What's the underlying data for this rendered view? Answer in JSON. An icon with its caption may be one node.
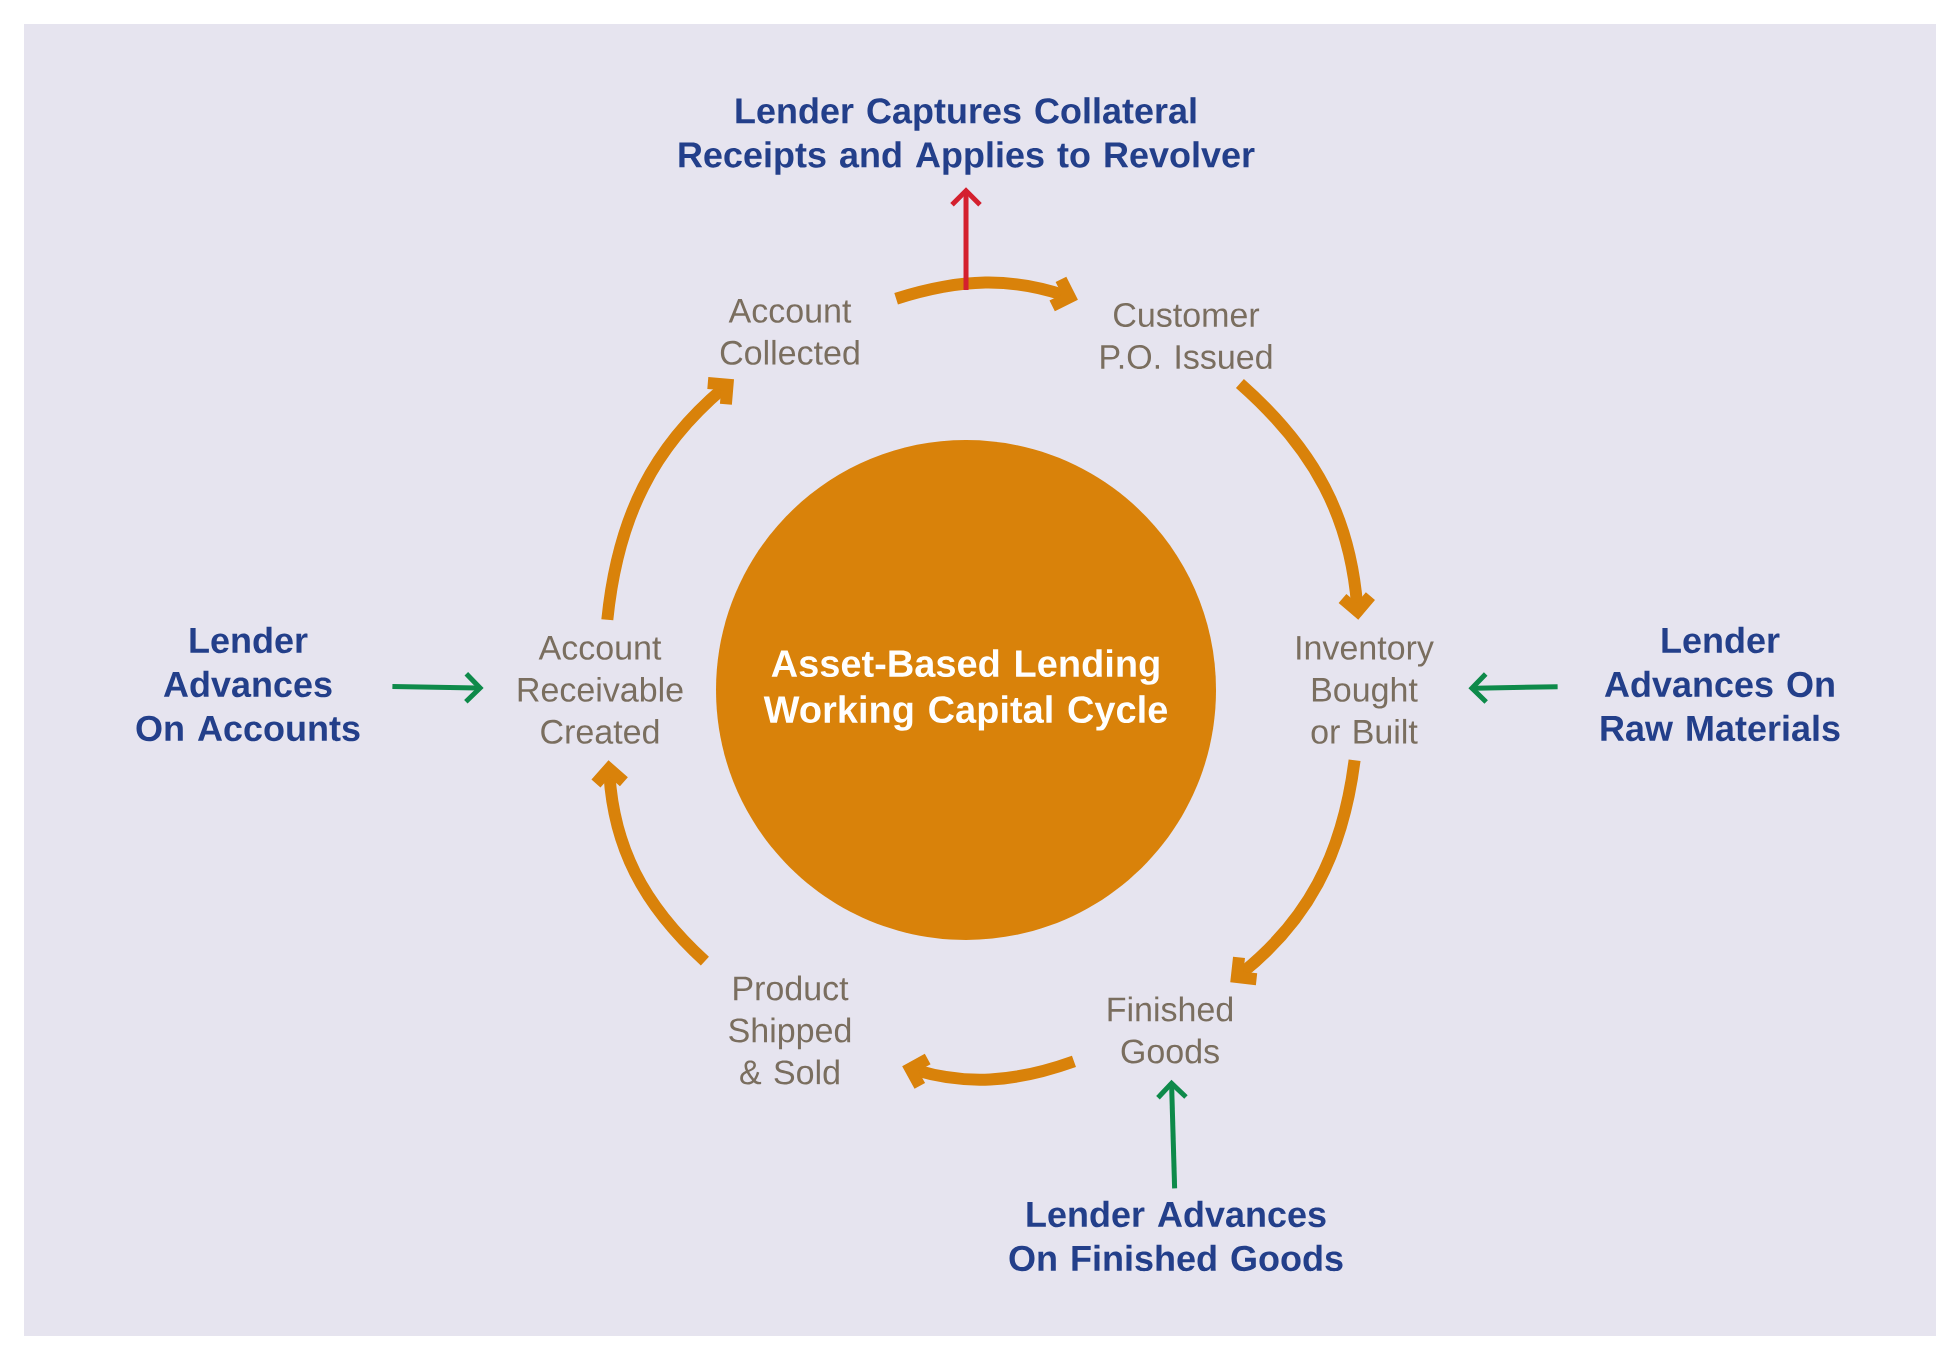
{
  "diagram": {
    "nodes": [
      {
        "text": [
          "Asset-Based Lending Working Capital Cycle"
        ]
      },
      {
        "text": [
          "Account Collected"
        ]
      },
      {
        "text": [
          "Customer P.O. Issued"
        ]
      },
      {
        "text": [
          "Inventory Bought or Built"
        ]
      },
      {
        "text": [
          "Finished Goods"
        ]
      },
      {
        "text": [
          "Product Shipped & Sold"
        ]
      },
      {
        "text": [
          "Account Receivable Created"
        ]
      },
      {
        "text": [
          "Lender Captures Collateral Receipts and Applies to Revolver"
        ]
      },
      {
        "text": [
          "Lender Advances On Accounts"
        ]
      },
      {
        "text": [
          "Lender Advances On Raw Materials"
        ]
      },
      {
        "text": [
          "Lender Advances On Finished Goods"
        ]
      }
    ],
    "edges": [
      {
        "from": 1,
        "to": 2,
        "arrow": "to"
      },
      {
        "from": 2,
        "to": 3,
        "arrow": "to"
      },
      {
        "from": 3,
        "to": 4,
        "arrow": "to"
      },
      {
        "from": 4,
        "to": 5,
        "arrow": "to"
      },
      {
        "from": 5,
        "to": 6,
        "arrow": "to"
      },
      {
        "from": 6,
        "to": 1,
        "arrow": "to"
      },
      {
        "from": null,
        "to": 7,
        "arrow": "to",
        "color": "#d4202e"
      },
      {
        "from": 8,
        "to": 6,
        "arrow": "to",
        "color": "#0e8a4a"
      },
      {
        "from": 9,
        "to": 3,
        "arrow": "to",
        "color": "#0e8a4a"
      },
      {
        "from": 10,
        "to": 4,
        "arrow": "to",
        "color": "#0e8a4a"
      }
    ]
  }
}
